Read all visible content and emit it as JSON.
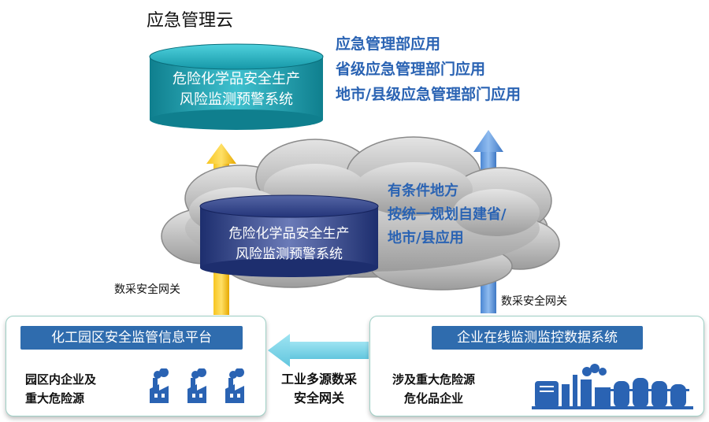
{
  "cloud_title": "应急管理云",
  "top_notes": [
    "应急管理部应用",
    "省级应急管理部门应用",
    "地市/县级应急管理部门应用"
  ],
  "top_cylinder": {
    "line1": "危险化学品安全生产",
    "line2": "风险监测预警系统"
  },
  "mid_cylinder": {
    "line1": "危险化学品安全生产",
    "line2": "风险监测预警系统"
  },
  "cloud_notes": [
    "有条件地方",
    "按统一规划自建省/",
    "地市/县应用"
  ],
  "gateway_left": "数采安全网关",
  "gateway_right": "数采安全网关",
  "left_panel": {
    "title": "化工园区安全监管信息平台",
    "text_line1": "园区内企业及",
    "text_line2": "重大危险源"
  },
  "right_panel": {
    "title": "企业在线监测监控数据系统",
    "text_line1": "涉及重大危险源",
    "text_line2": "危化品企业"
  },
  "center_gateway": {
    "line1": "工业多源数采",
    "line2": "安全网关"
  },
  "colors": {
    "panel_header": "#2f6cae",
    "note_text": "#2a63b3",
    "arrow_yellow": "#f6b800",
    "arrow_blue": "#5b9be0",
    "arrow_cyan": "#7fd6ea"
  }
}
